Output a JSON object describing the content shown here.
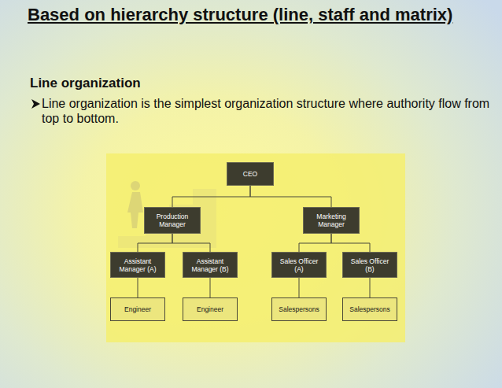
{
  "diagram": {
    "title": "Based on hierarchy structure (line, staff and matrix)",
    "nodes": [
      {
        "text": [
          "CEO"
        ]
      },
      {
        "text": [
          "Production Manager"
        ]
      },
      {
        "text": [
          "Marketing Manager"
        ]
      },
      {
        "text": [
          "Assistant Manager (A)"
        ]
      },
      {
        "text": [
          "Assistant Manager (B)"
        ]
      },
      {
        "text": [
          "Sales Officer (A)"
        ]
      },
      {
        "text": [
          "Sales Officer (B)"
        ]
      },
      {
        "text": [
          "Engineer"
        ]
      },
      {
        "text": [
          "Engineer"
        ]
      },
      {
        "text": [
          "Salespersons"
        ]
      },
      {
        "text": [
          "Salespersons"
        ]
      }
    ],
    "edges": [
      {
        "from": 0,
        "to": 1,
        "arrow": "none"
      },
      {
        "from": 0,
        "to": 2,
        "arrow": "none"
      },
      {
        "from": 1,
        "to": 3,
        "arrow": "none"
      },
      {
        "from": 1,
        "to": 4,
        "arrow": "none"
      },
      {
        "from": 2,
        "to": 5,
        "arrow": "none"
      },
      {
        "from": 2,
        "to": 6,
        "arrow": "none"
      },
      {
        "from": 3,
        "to": 7,
        "arrow": "none"
      },
      {
        "from": 4,
        "to": 8,
        "arrow": "none"
      },
      {
        "from": 5,
        "to": 9,
        "arrow": "none"
      },
      {
        "from": 6,
        "to": 10,
        "arrow": "none"
      }
    ],
    "labels": [
      "Line organization",
      "Line organization is the simplest organization structure where authority flow from top to bottom."
    ]
  }
}
